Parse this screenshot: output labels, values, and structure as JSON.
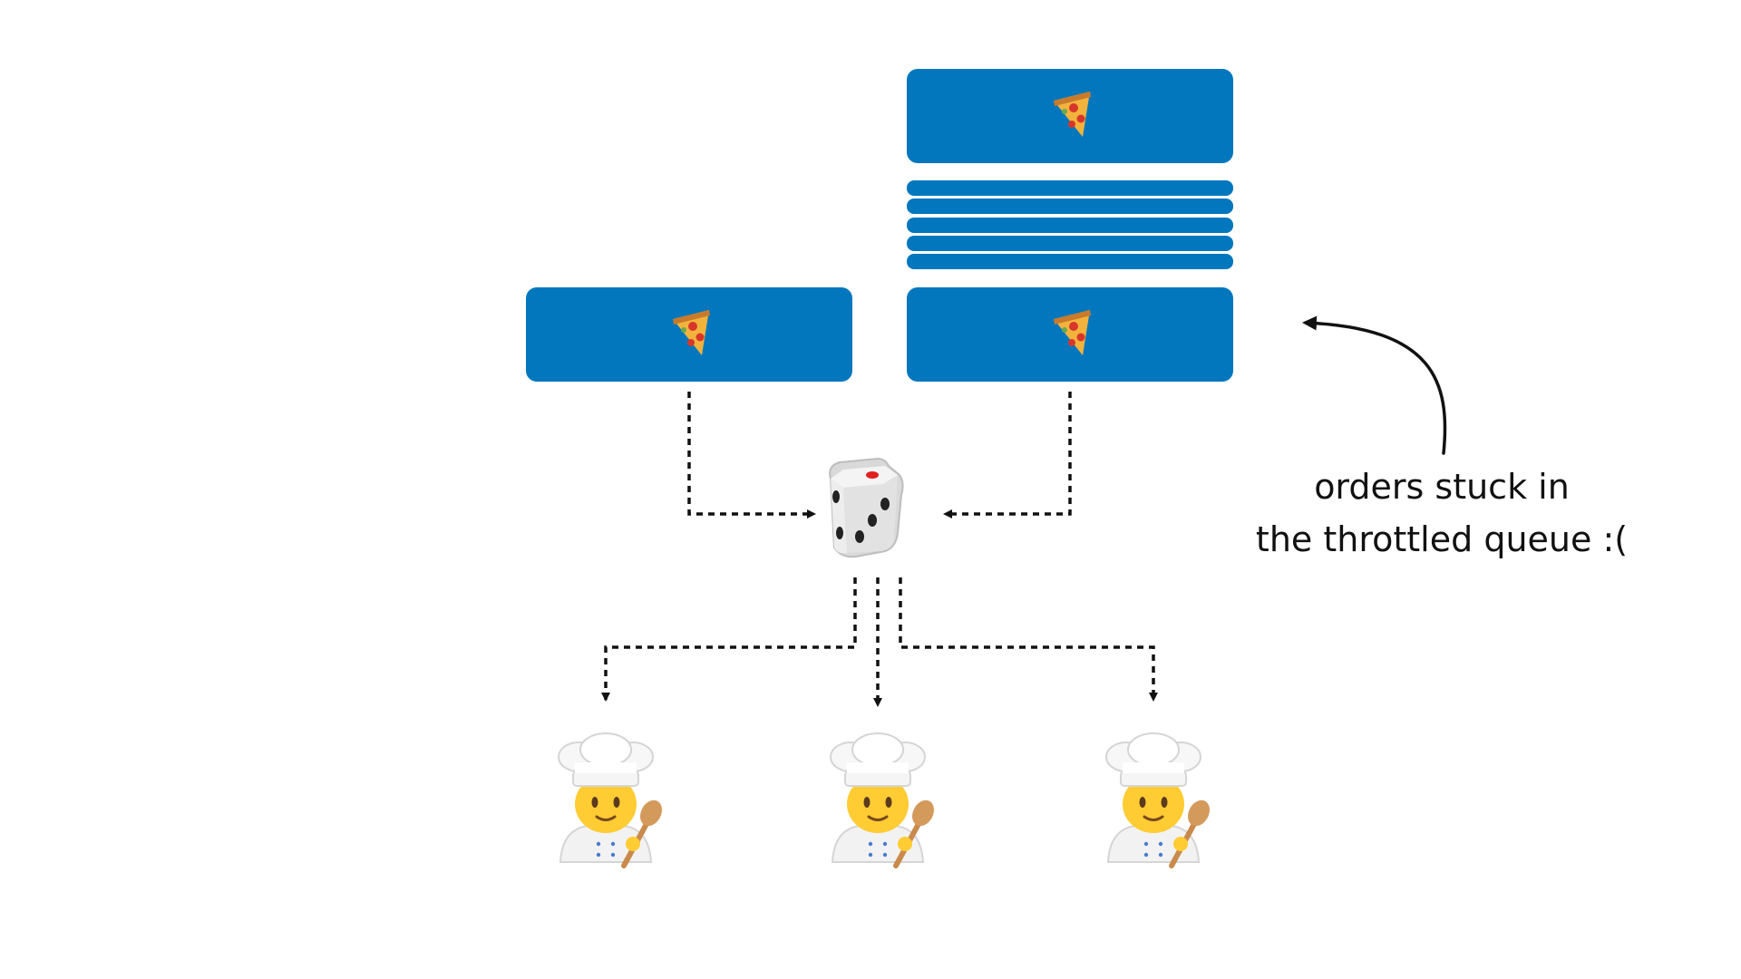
{
  "colors": {
    "box": "#0277BD",
    "arrow": "#111111",
    "background": "#ffffff"
  },
  "icons": {
    "order": "pizza-slice-icon",
    "balancer": "dice-icon",
    "worker": "cook-icon"
  },
  "left_queue": {
    "orders_visible": 1
  },
  "throttled_queue": {
    "orders_visible": 2,
    "stacked_lines": 5
  },
  "workers": {
    "count": 3
  },
  "annotation": {
    "line1": "orders stuck in",
    "line2": "the throttled queue :("
  }
}
